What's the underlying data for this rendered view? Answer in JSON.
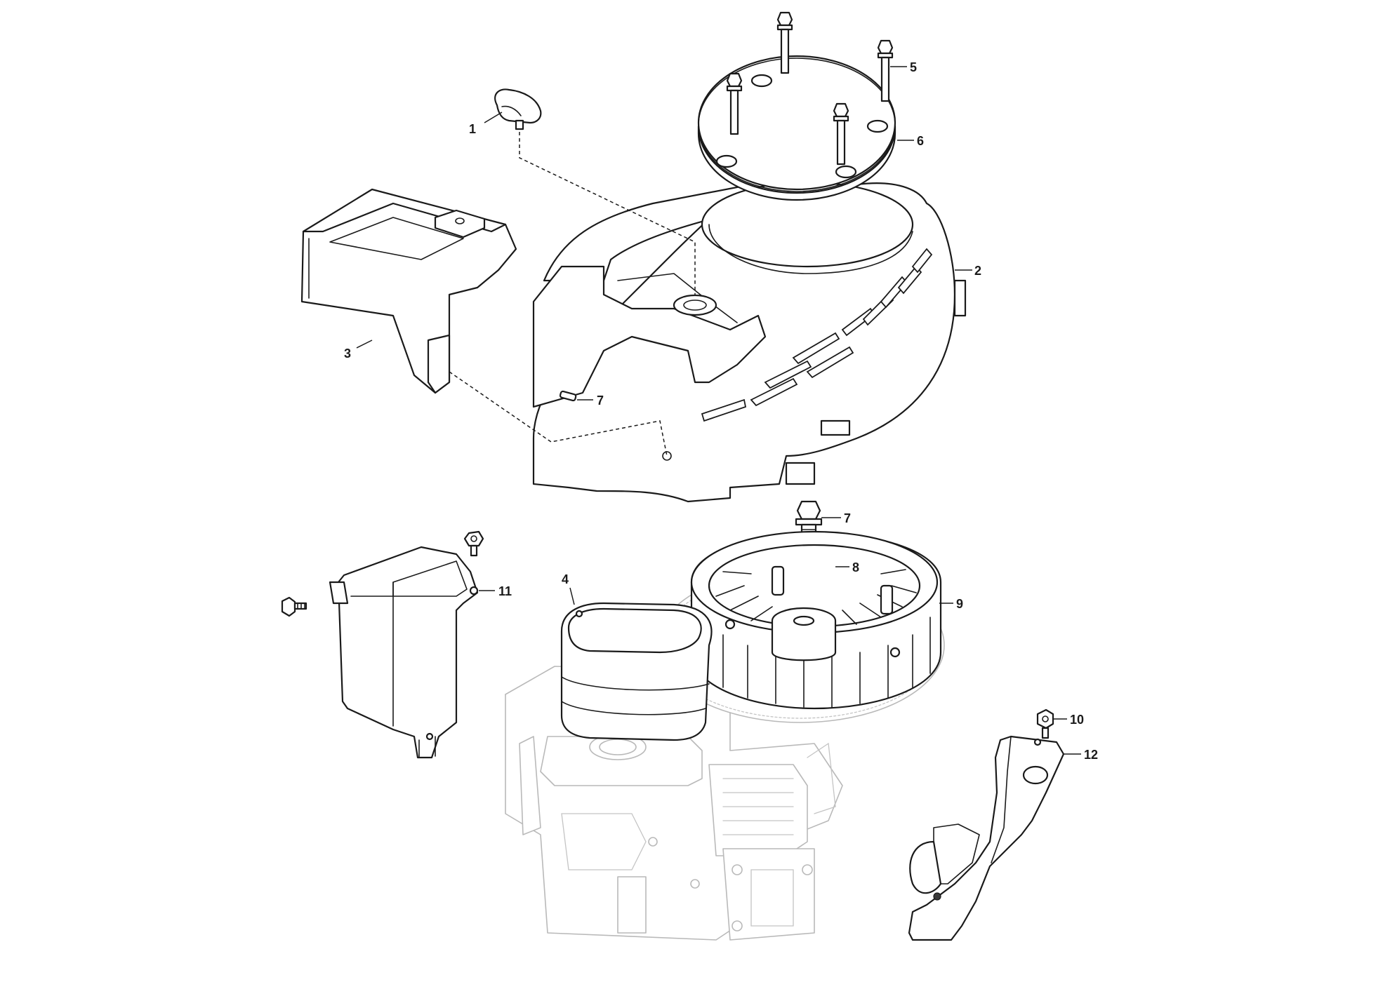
{
  "diagram": {
    "callouts": [
      {
        "id": "c1",
        "label": "1"
      },
      {
        "id": "c2",
        "label": "2"
      },
      {
        "id": "c3",
        "label": "3"
      },
      {
        "id": "c4",
        "label": "4"
      },
      {
        "id": "c5",
        "label": "5"
      },
      {
        "id": "c6",
        "label": "6"
      },
      {
        "id": "c7a",
        "label": "7"
      },
      {
        "id": "c7b",
        "label": "7"
      },
      {
        "id": "c8",
        "label": "8"
      },
      {
        "id": "c9",
        "label": "9"
      },
      {
        "id": "c10",
        "label": "10"
      },
      {
        "id": "c11",
        "label": "11"
      },
      {
        "id": "c12",
        "label": "12"
      }
    ],
    "colors": {
      "line": "#1a1a1a",
      "ghost": "#b9b9b9",
      "background": "#ffffff"
    }
  }
}
